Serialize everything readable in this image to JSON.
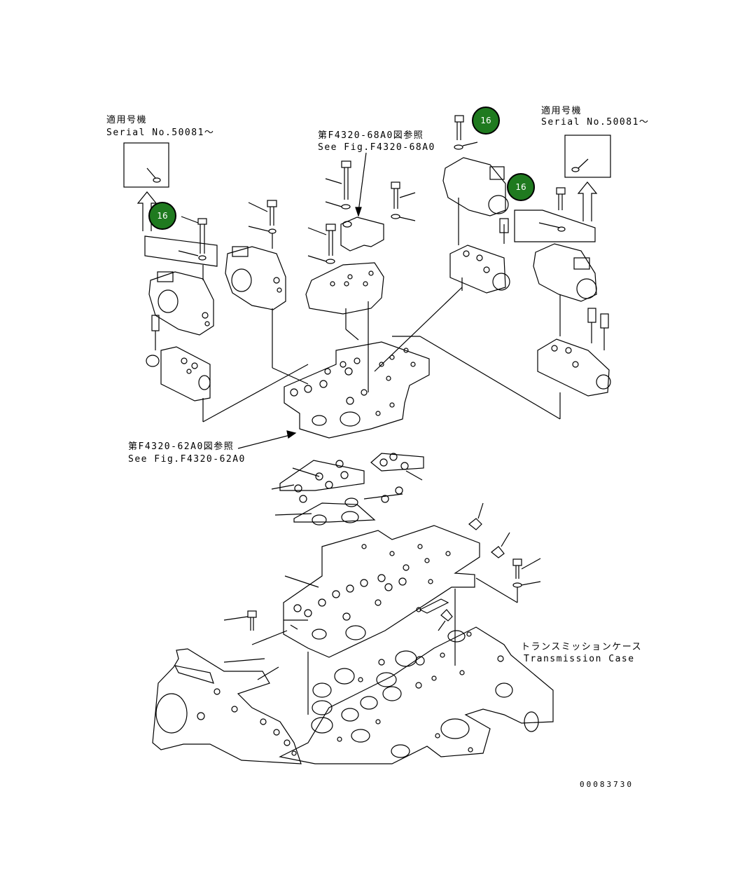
{
  "colors": {
    "callout_fill": "#1f7a1f",
    "line": "#000000"
  },
  "labels": {
    "applicable_left_jp": "適用号機",
    "applicable_left_serial": "Serial No.50081～",
    "applicable_right_jp": "適用号機",
    "applicable_right_serial": "Serial No.50081～",
    "ref_top_jp": "第F4320-68A0図参照",
    "ref_top_en": "See Fig.F4320-68A0",
    "ref_mid_jp": "第F4320-62A0図参照",
    "ref_mid_en": "See Fig.F4320-62A0",
    "case_jp": "トランスミッションケース",
    "case_en": "Transmission Case",
    "drawing_number": "00083730"
  },
  "callouts": [
    {
      "id": "callout-left",
      "text": "16"
    },
    {
      "id": "callout-top-right",
      "text": "16"
    },
    {
      "id": "callout-right",
      "text": "16"
    }
  ]
}
